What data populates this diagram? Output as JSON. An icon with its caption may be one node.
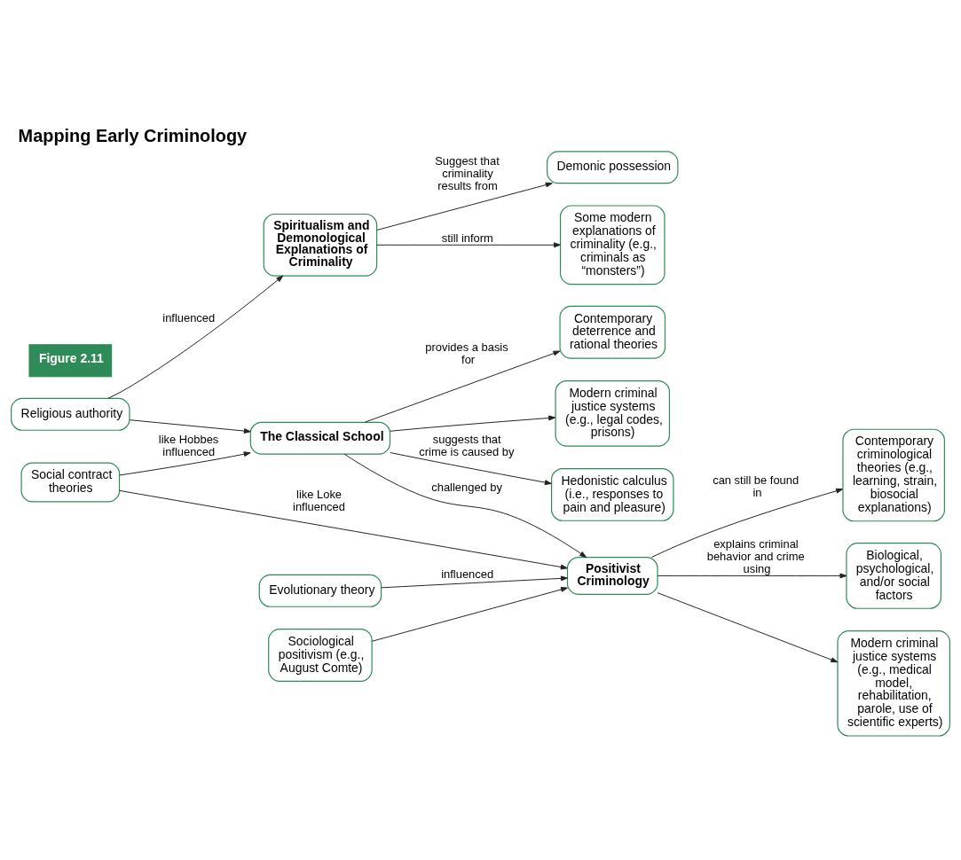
{
  "diagram": {
    "title": "Mapping Early Criminology",
    "nodes": [
      {
        "text": [
          "Spiritualism and Demonological Explanations of Criminality"
        ]
      },
      {
        "text": [
          "Demonic possession"
        ]
      },
      {
        "text": [
          "Contemporary deterrence and rational theories"
        ]
      },
      {
        "text": [
          "Some modern explanations of criminality (e.g., criminals as “monsters”)"
        ]
      },
      {
        "text": [
          "Religious authority"
        ]
      },
      {
        "text": [
          "Modern criminal justice systems (e.g., legal codes, prisons)"
        ]
      },
      {
        "text": [
          "Social contract theories"
        ]
      },
      {
        "text": [
          "The Classical School"
        ]
      },
      {
        "text": [
          "Hedonistic calculus (i.e., responses to pain and pleasure)"
        ]
      },
      {
        "text": [
          "Evolutionary theory"
        ]
      },
      {
        "text": [
          "Positivist Criminology"
        ]
      },
      {
        "text": [
          "Contemporary criminological theories (e.g., learning, strain, biosocial explanations)"
        ]
      },
      {
        "text": [
          "Sociological positivism (e.g., August Comte)"
        ]
      },
      {
        "text": [
          "Biological, psychological, and/or social factors"
        ]
      },
      {
        "text": [
          "Modern criminal justice systems (e.g., medical model, rehabilitation, parole, use of scientific experts)"
        ]
      }
    ],
    "edges": [
      {
        "from": 0,
        "to": 1,
        "arrow": "to",
        "label": "Suggest that criminality results from"
      },
      {
        "from": 0,
        "to": 3,
        "arrow": "to",
        "label": "still inform"
      },
      {
        "from": 4,
        "to": 0,
        "arrow": "to",
        "label": "influenced"
      },
      {
        "from": 4,
        "to": 7,
        "arrow": "to"
      },
      {
        "from": 6,
        "to": 7,
        "arrow": "to",
        "label": "like Hobbes influenced"
      },
      {
        "from": 6,
        "to": 10,
        "arrow": "to",
        "label": "like Loke influenced"
      },
      {
        "from": 7,
        "to": 2,
        "arrow": "to",
        "label": "provides a basis for"
      },
      {
        "from": 7,
        "to": 5,
        "arrow": "to"
      },
      {
        "from": 7,
        "to": 8,
        "arrow": "to",
        "label": "suggests that crime is caused by"
      },
      {
        "from": 7,
        "to": 10,
        "arrow": "to",
        "label": "challenged by"
      },
      {
        "from": 9,
        "to": 10,
        "arrow": "to",
        "label": "influenced"
      },
      {
        "from": 12,
        "to": 10,
        "arrow": "to"
      },
      {
        "from": 10,
        "to": 11,
        "arrow": "to",
        "label": "can still be found in"
      },
      {
        "from": 10,
        "to": 14,
        "arrow": "to"
      },
      {
        "from": 10,
        "to": 13,
        "arrow": "to",
        "label": "explains criminal behavior and crime using"
      }
    ],
    "labels": [
      "Figure 2.11"
    ]
  }
}
